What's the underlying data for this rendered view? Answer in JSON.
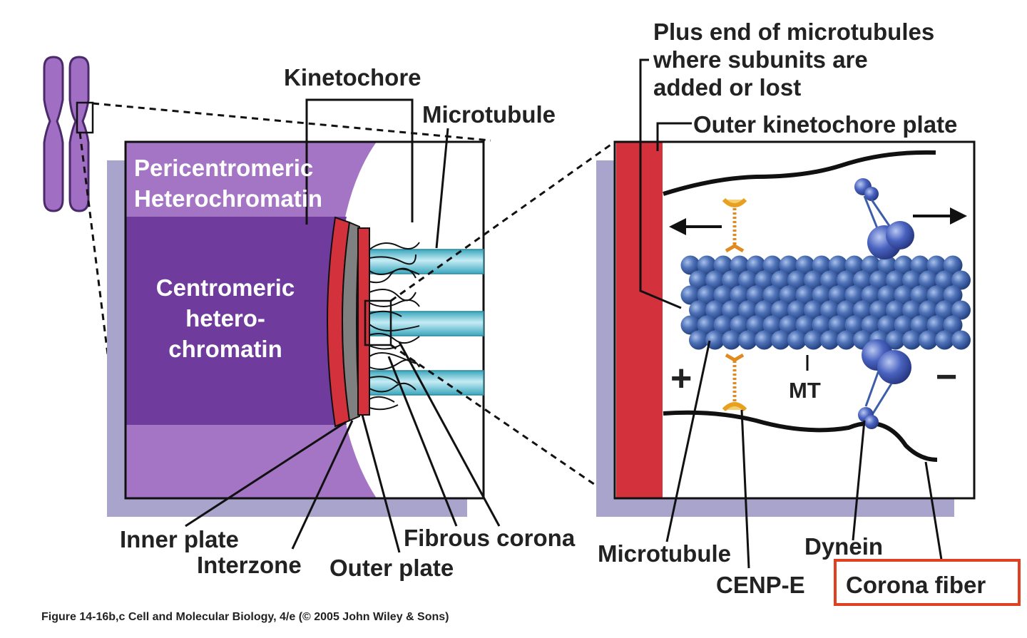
{
  "labels": {
    "kinetochore": "Kinetochore",
    "microtubule_top": "Microtubule",
    "pericentromeric_1": "Pericentromeric",
    "pericentromeric_2": "Heterochromatin",
    "centromeric_1": "Centromeric",
    "centromeric_2": "hetero-",
    "centromeric_3": "chromatin",
    "inner_plate": "Inner plate",
    "interzone": "Interzone",
    "outer_plate": "Outer plate",
    "fibrous_corona": "Fibrous corona",
    "plus_end_1": "Plus end of microtubules",
    "plus_end_2": "where  subunits are",
    "plus_end_3": "added or lost",
    "outer_kinetochore_plate": "Outer kinetochore plate",
    "plus_sign": "+",
    "minus_sign": "−",
    "mt": "MT",
    "microtubule_bottom": "Microtubule",
    "cenp_e": "CENP-E",
    "dynein": "Dynein",
    "corona_fiber": "Corona fiber"
  },
  "caption": "Figure 14-16b,c  Cell and Molecular Biology, 4/e (© 2005 John Wiley & Sons)",
  "colors": {
    "pericentromeric": "#a475c4",
    "centromeric": "#6f3c9d",
    "chromosome": "#a06fc4",
    "plate_red": "#d3313b",
    "interzone_gray": "#808080",
    "microtubule_cyan": "#6cc4d6",
    "tubulin_blue": "#3c5da8",
    "motor_orange": "#f0a030",
    "shadow": "#a8a4cc",
    "highlight_box": "#e04020"
  }
}
